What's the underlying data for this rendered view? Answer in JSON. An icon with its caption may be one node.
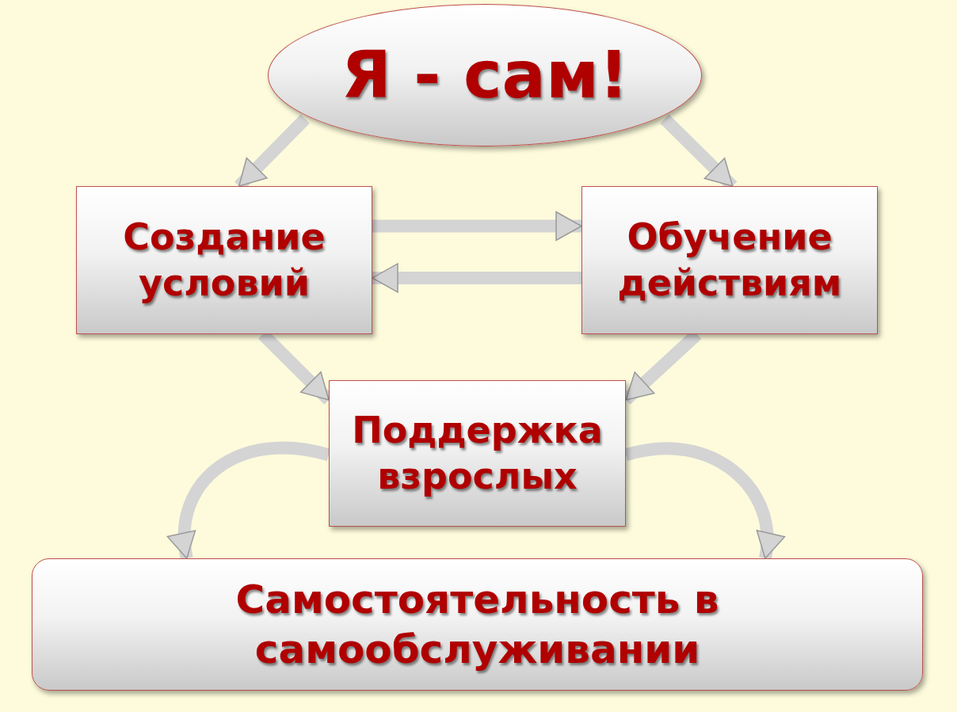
{
  "diagram": {
    "nodes": [
      {
        "text": [
          "Я - сам!"
        ]
      },
      {
        "text": [
          "Создание условий"
        ]
      },
      {
        "text": [
          "Обучение действиям"
        ]
      },
      {
        "text": [
          "Поддержка взрослых"
        ]
      },
      {
        "text": [
          "Самостоятельность в самообслуживании"
        ]
      }
    ],
    "edges": [
      {
        "from": 0,
        "to": 1,
        "arrow": "to"
      },
      {
        "from": 0,
        "to": 2,
        "arrow": "to"
      },
      {
        "from": 1,
        "to": 2,
        "arrow": "to"
      },
      {
        "from": 2,
        "to": 1,
        "arrow": "to"
      },
      {
        "from": 1,
        "to": 3,
        "arrow": "to"
      },
      {
        "from": 2,
        "to": 3,
        "arrow": "to"
      },
      {
        "from": 3,
        "to": 4,
        "arrow": "to"
      },
      {
        "from": 3,
        "to": 4,
        "arrow": "to"
      }
    ]
  }
}
